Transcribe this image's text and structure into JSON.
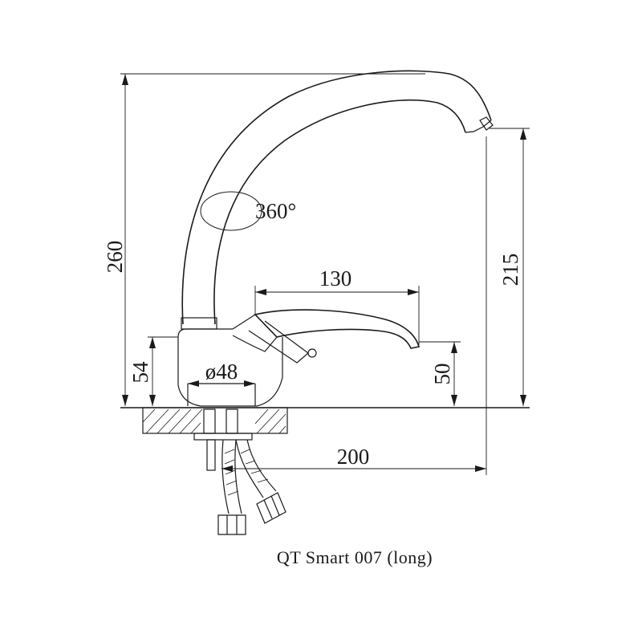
{
  "dimensions": {
    "total_height": "260",
    "spout_height": "215",
    "handle_length": "130",
    "rotation": "360°",
    "base_height": "54",
    "base_diameter": "ø48",
    "handle_height": "50",
    "spout_reach": "200"
  },
  "caption": "QT Smart 007 (long)"
}
